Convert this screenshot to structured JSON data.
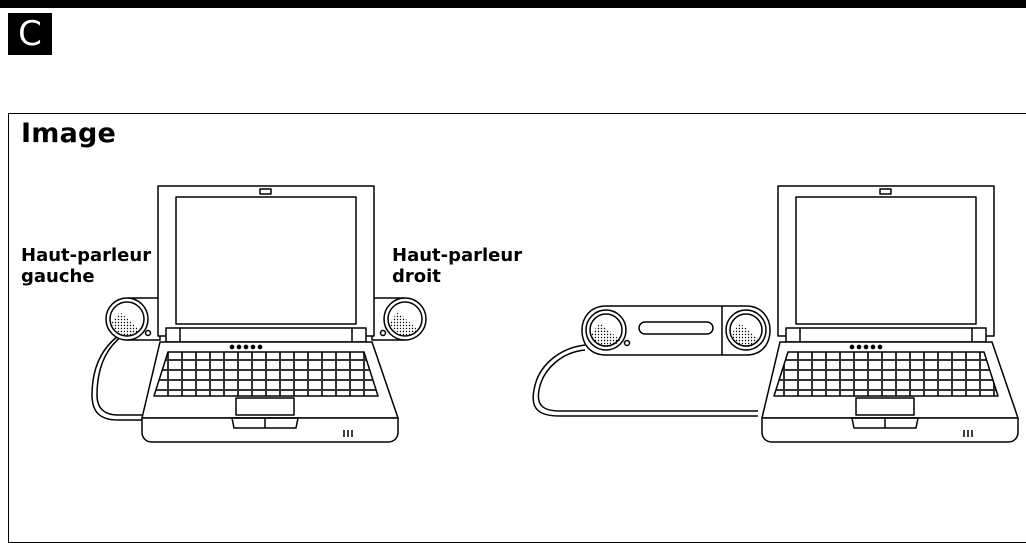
{
  "section": {
    "letter": "C"
  },
  "frame": {
    "title": "Image"
  },
  "labels": {
    "left_speaker": {
      "line1": "Haut-parleur",
      "line2": "gauche"
    },
    "right_speaker": {
      "line1": "Haut-parleur",
      "line2": "droit"
    }
  },
  "icons": {
    "left_illustration": "laptop-with-two-side-speakers-icon",
    "right_illustration": "laptop-with-combined-speaker-bar-icon"
  }
}
